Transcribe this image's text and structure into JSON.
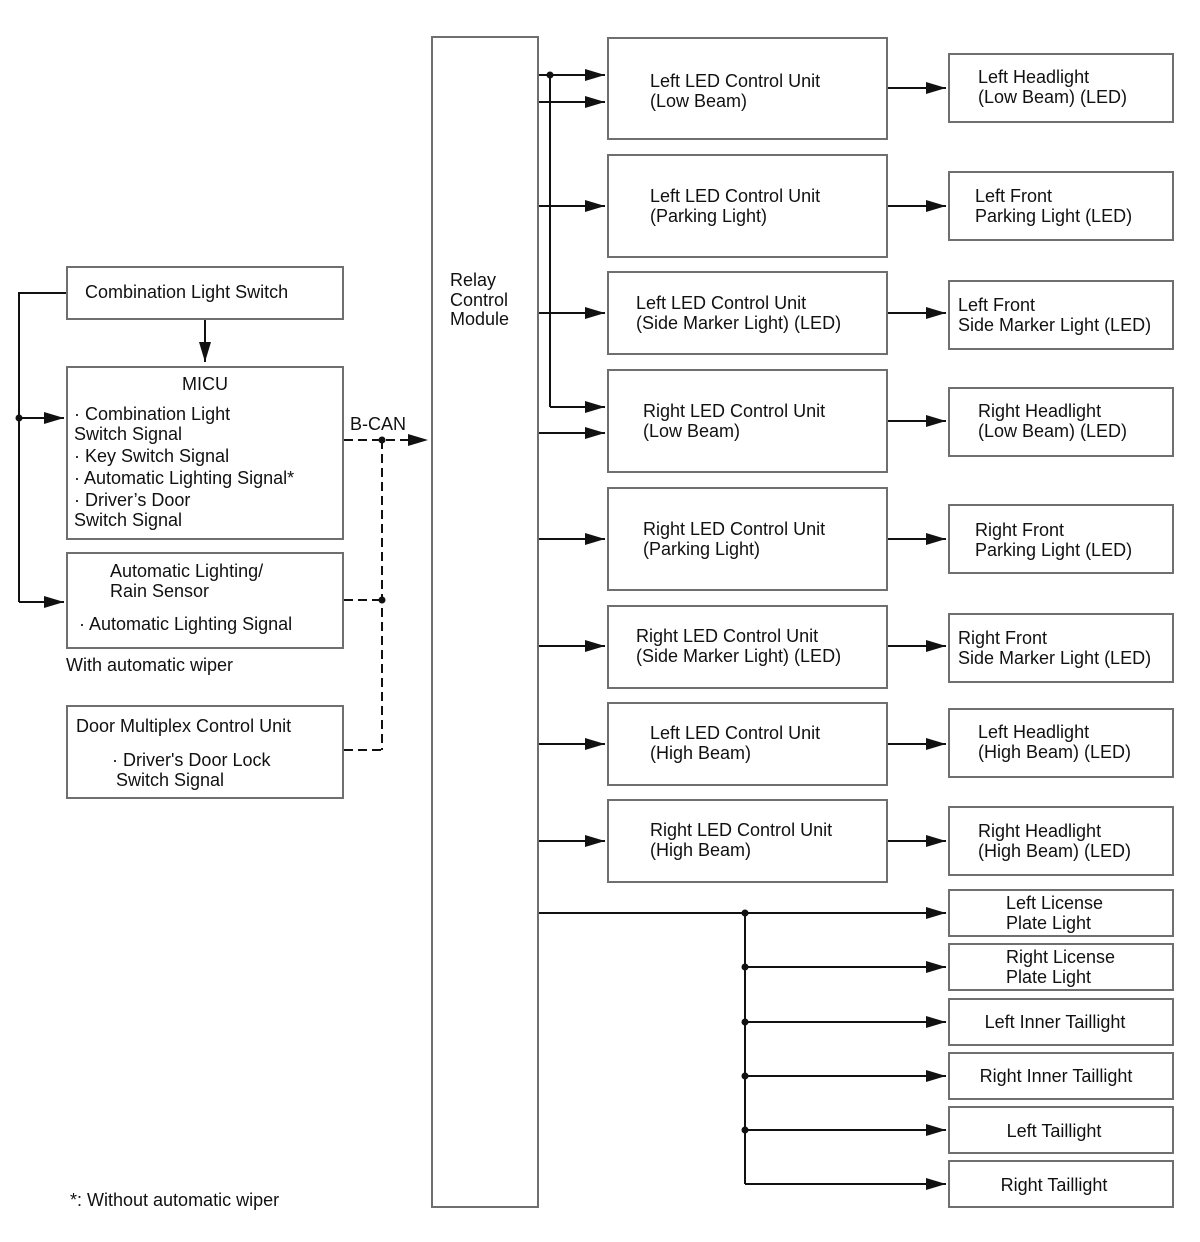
{
  "inputs": {
    "combination_light_switch": "Combination Light Switch",
    "micu": {
      "title": "MICU",
      "lines": [
        "· Combination Light",
        "Switch Signal",
        "· Key Switch Signal",
        "· Automatic Lighting Signal*",
        "· Driver’s Door",
        "Switch Signal"
      ]
    },
    "rain_sensor": {
      "title_line1": "Automatic Lighting/",
      "title_line2": "Rain Sensor",
      "signal": "· Automatic Lighting Signal"
    },
    "wiper_note": "With automatic wiper",
    "door_multiplex": {
      "title": "Door Multiplex Control Unit",
      "line1": "· Driver's Door Lock",
      "line2": "Switch Signal"
    }
  },
  "bus_label": "B-CAN",
  "relay_module": {
    "line1": "Relay",
    "line2": "Control",
    "line3": "Module"
  },
  "control_units": [
    {
      "line1": "Left LED Control Unit",
      "line2": "(Low Beam)"
    },
    {
      "line1": "Left LED Control Unit",
      "line2": "(Parking Light)"
    },
    {
      "line1": "Left LED Control Unit",
      "line2": "(Side Marker Light) (LED)"
    },
    {
      "line1": "Right LED Control Unit",
      "line2": "(Low Beam)"
    },
    {
      "line1": "Right LED Control Unit",
      "line2": "(Parking Light)"
    },
    {
      "line1": "Right LED Control Unit",
      "line2": "(Side Marker Light) (LED)"
    },
    {
      "line1": "Left LED Control Unit",
      "line2": "(High Beam)"
    },
    {
      "line1": "Right LED Control Unit",
      "line2": "(High Beam)"
    }
  ],
  "lights": [
    {
      "line1": "Left Headlight",
      "line2": "(Low Beam) (LED)"
    },
    {
      "line1": "Left Front",
      "line2": "Parking Light (LED)"
    },
    {
      "line1": "Left Front",
      "line2": "Side Marker Light (LED)"
    },
    {
      "line1": "Right Headlight",
      "line2": "(Low Beam) (LED)"
    },
    {
      "line1": "Right Front",
      "line2": "Parking Light (LED)"
    },
    {
      "line1": "Right Front",
      "line2": "Side Marker Light (LED)"
    },
    {
      "line1": "Left Headlight",
      "line2": "(High Beam) (LED)"
    },
    {
      "line1": "Right Headlight",
      "line2": "(High Beam) (LED)"
    }
  ],
  "tail_lights": [
    {
      "line1": "Left License",
      "line2": "Plate Light"
    },
    {
      "line1": "Right License",
      "line2": "Plate Light"
    },
    {
      "line1": "Left Inner Taillight",
      "line2": ""
    },
    {
      "line1": "Right Inner Taillight",
      "line2": ""
    },
    {
      "line1": "Left Taillight",
      "line2": ""
    },
    {
      "line1": "Right Taillight",
      "line2": ""
    }
  ],
  "footnote": "*: Without automatic wiper"
}
